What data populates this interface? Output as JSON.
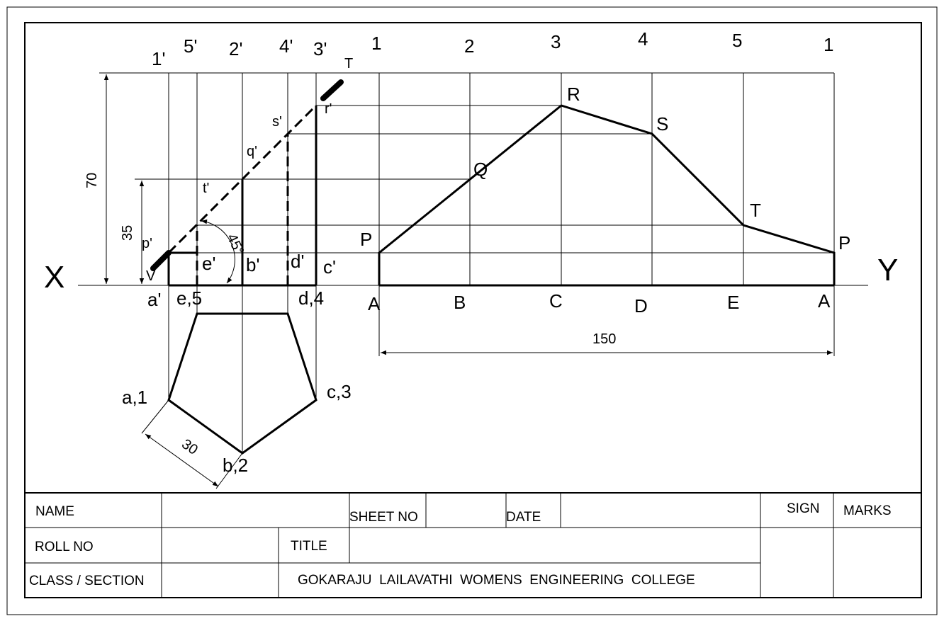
{
  "top_labels": {
    "one_p": "1'",
    "five_p": "5'",
    "two_p": "2'",
    "four_p": "4'",
    "three_p": "3'",
    "T_top": "T",
    "n1": "1",
    "n2": "2",
    "n3": "3",
    "n4": "4",
    "n5": "5",
    "n1b": "1"
  },
  "front_view": {
    "r_p": "r'",
    "s_p": "s'",
    "q_p": "q'",
    "t_p": "t'",
    "p_p": "p'",
    "V": "V",
    "e_p": "e'",
    "b_p": "b'",
    "d_p": "d'",
    "c_p": "c'"
  },
  "xy": {
    "X": "X",
    "Y": "Y"
  },
  "ground_labels": {
    "a_p": "a'",
    "e5": "e,5",
    "d4": "d,4"
  },
  "development": {
    "R": "R",
    "S": "S",
    "Q": "Q",
    "T": "T",
    "P_left": "P",
    "P_right": "P",
    "A_left": "A",
    "B": "B",
    "C": "C",
    "D": "D",
    "E": "E",
    "A_right": "A"
  },
  "top_view": {
    "a1": "a,1",
    "c3": "c,3",
    "b2": "b,2"
  },
  "dimensions": {
    "d70": "70",
    "d35": "35",
    "angle": "45°",
    "side": "30",
    "length": "150"
  },
  "title_block": {
    "name": "NAME",
    "sheet_no": "SHEET NO",
    "date": "DATE",
    "sign": "SIGN",
    "marks": "MARKS",
    "roll_no": "ROLL NO",
    "title": "TITLE",
    "class_section": "CLASS / SECTION",
    "college": "GOKARAJU  LAILAVATHI  WOMENS  ENGINEERING  COLLEGE"
  }
}
